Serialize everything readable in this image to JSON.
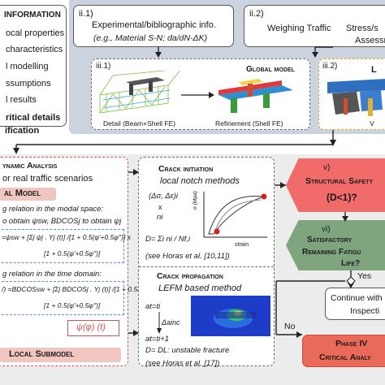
{
  "left_panel": {
    "title": "INFORMATION",
    "items": [
      "ocal properties",
      "characteristics",
      "l modelling",
      "ssumptions",
      "l results"
    ],
    "bold_1": "ritical details",
    "bold_2": "ification"
  },
  "exp_info": {
    "label": "ii.1)",
    "title": "Experimental/bibliographic info.",
    "formula": "(e.g., Material S-N; da/dN-ΔK)"
  },
  "traffic": {
    "label": "ii.2)",
    "title": "Weighing Traffic",
    "stress": "Stress/s",
    "assess": "Assessm"
  },
  "global_model": {
    "label": "iii.1)",
    "title": "Global model",
    "caption_left": "Detail (Beam+Shell FE)",
    "caption_right": "Refinement (Shell FE)"
  },
  "local_top": {
    "label": "iii.2)",
    "title": "L",
    "caption": "V"
  },
  "dynamic": {
    "title": "ynamic Analysis",
    "subtitle": "or real traffic scenarios",
    "model": "al Model",
    "modal_1": "g relation in the modal space:",
    "modal_2": "o obtain ψsw, BDCOSj to obtain ψj",
    "eq_1": "=ψsw + [Σj ψj . Yj (t)] /[1 + 0.5(φ'+0.5φ'')] x",
    "eq_2": "[1 + 0.5(φ'+0.5φ'')]",
    "time_1": "g relation in the time domain:",
    "time_2": "/) =BDCOSsw + [Σj BDCOSj . Yj (t)] /[1 + 0.5(φ'+0.5φ'')] x",
    "time_3": "[1 + 0.5(φ'+0.5φ'')]",
    "psi": "ψ(φ) (t)",
    "local_submodel": "Local Submodel"
  },
  "crack_initiation": {
    "title": "Crack initiation",
    "method": "local notch methods",
    "strain_pair": "(Δσ, Δε)i",
    "x": "x",
    "ni": "ni",
    "damage": "D= Σi ni / Nf,i",
    "ylabel": "σ (Mpa)",
    "xlabel": "strain",
    "ref": "(see Horas et al. [10,11])"
  },
  "crack_propagation": {
    "title": "Crack propagation",
    "method": "LEFM based method",
    "a_start": "at=ti",
    "delta_a": "Δainc",
    "a_end": "at=ti+1",
    "unstable": "D= DL: unstable fracture",
    "ref": "(see Horas et al. [17])"
  },
  "safety": {
    "label": "v)",
    "title": "Structural Safety",
    "condition": "(D<1)?"
  },
  "fatigue": {
    "label": "vi)",
    "title_1": "Satisfactory",
    "title_2": "Remaining Fatigu",
    "title_3": "Life?"
  },
  "decisions": {
    "yes": "Yes",
    "no": "No"
  },
  "continue_box": {
    "line1": "Continue with",
    "line2": "Inspecti"
  },
  "phase4": {
    "title": "Phase IV",
    "subtitle": "Critical Analy"
  },
  "colors": {
    "safety": "#f26b6b",
    "fatigue": "#7fa57f",
    "phase4": "#ea6a5a",
    "outer": "#bfc9d6",
    "band": "#cfd5dd"
  }
}
